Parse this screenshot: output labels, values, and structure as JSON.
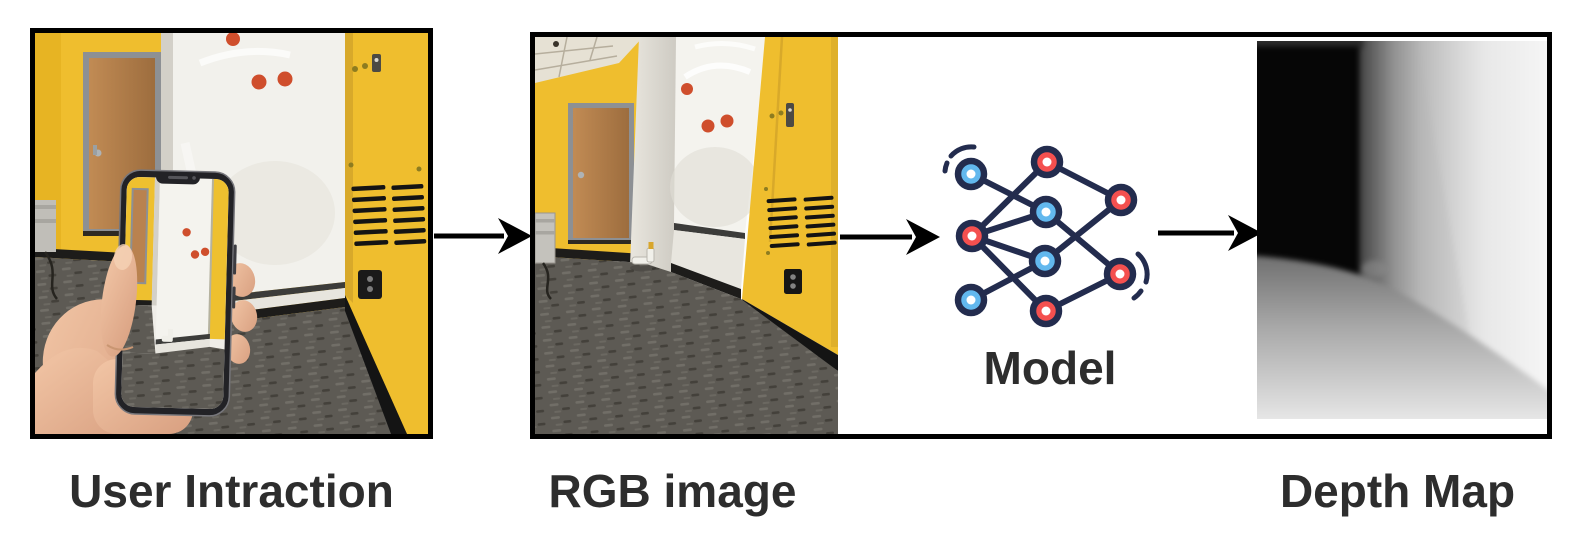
{
  "diagram": {
    "captions": {
      "user_interaction": "User Intraction",
      "rgb_image": "RGB image",
      "model": "Model",
      "depth_map": "Depth Map"
    },
    "colors": {
      "caption_text": "#2d2d2d",
      "panel_border": "#000000",
      "arrow": "#000000",
      "wall_yellow": "#efbe2e",
      "node_red": "#f4504f",
      "node_blue": "#62b8ee",
      "node_outline": "#232c4e",
      "node_center": "#ffffff",
      "whiteboard_dot_red": "#cf4e2c"
    }
  }
}
